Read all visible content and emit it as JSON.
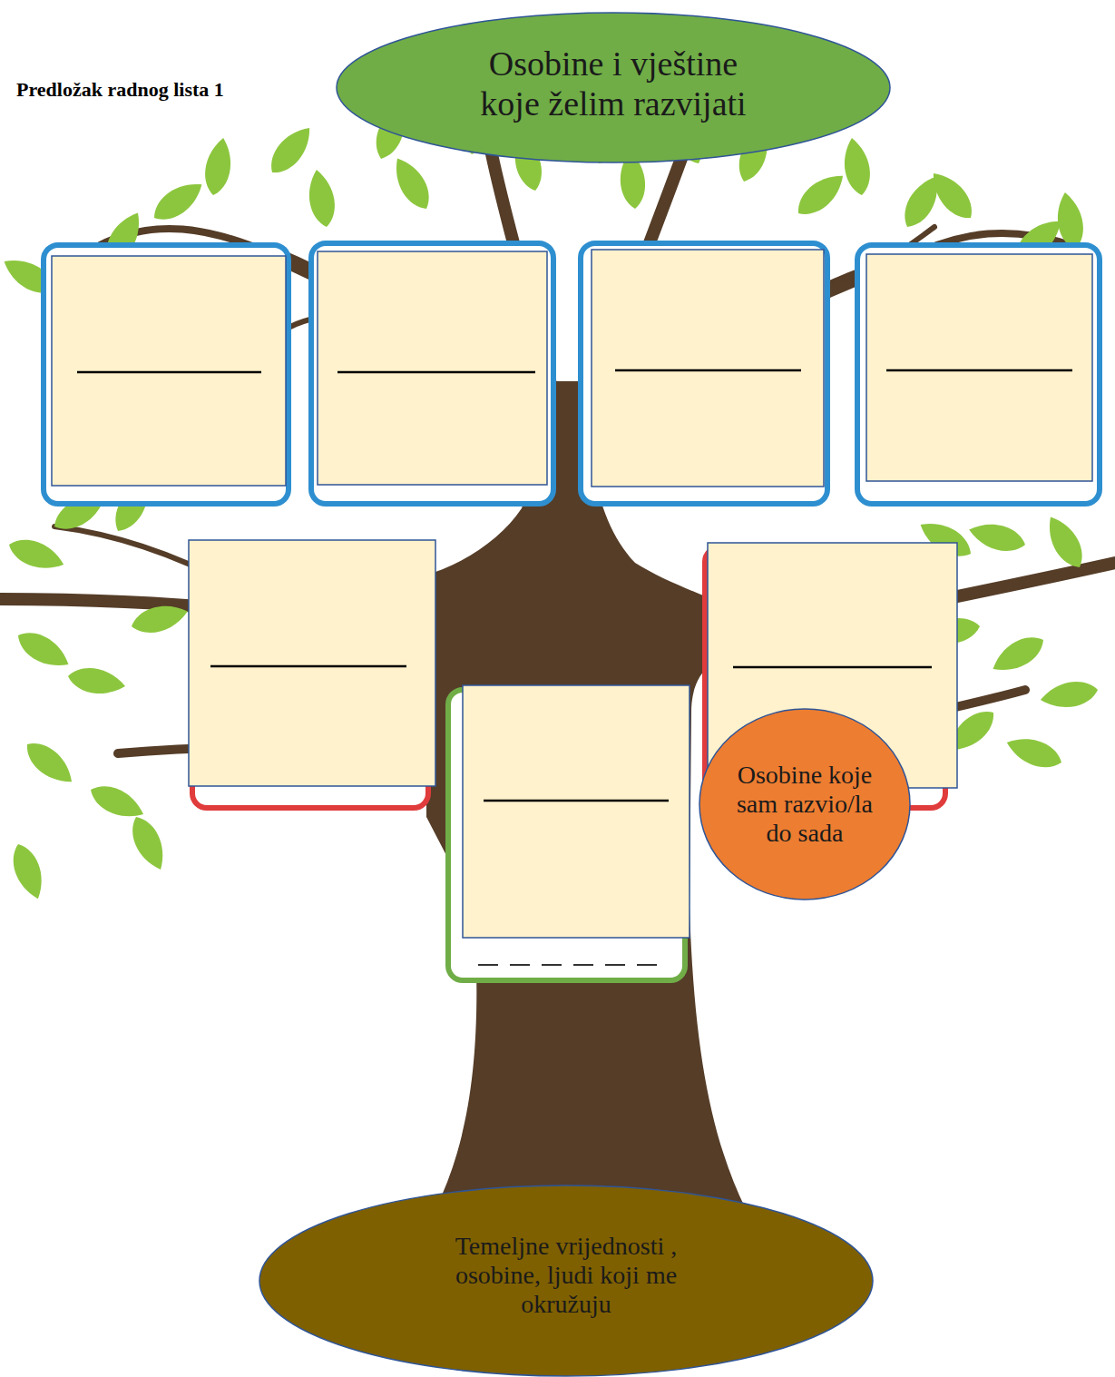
{
  "diagram": {
    "title": "Predložak radnog lista 1",
    "nodes": [
      {
        "text": [
          "Osobine i vještine koje želim razvijati"
        ]
      },
      {
        "text": [
          "Osobine koje sam razvio/la do sada"
        ]
      },
      {
        "text": [
          "Temeljne vrijednosti , osobine, ljudi koji me okružuju"
        ]
      }
    ]
  }
}
